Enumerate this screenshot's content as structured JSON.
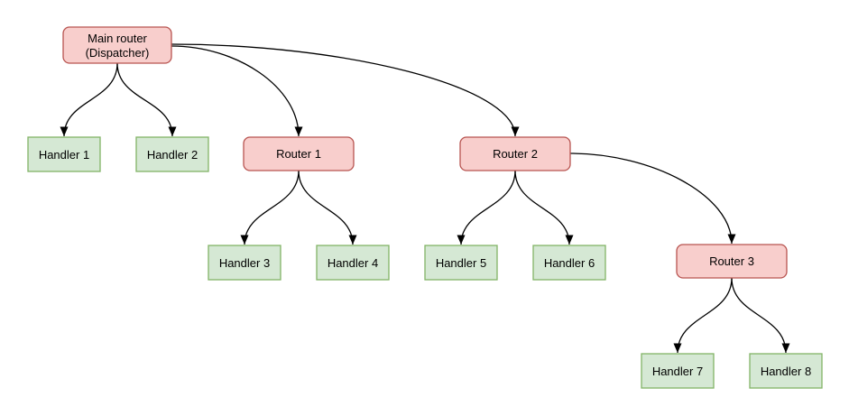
{
  "diagram": {
    "nodes": {
      "main": {
        "line1": "Main router",
        "line2": "(Dispatcher)",
        "type": "router"
      },
      "handler1": {
        "label": "Handler 1",
        "type": "handler"
      },
      "handler2": {
        "label": "Handler 2",
        "type": "handler"
      },
      "router1": {
        "label": "Router 1",
        "type": "router"
      },
      "router2": {
        "label": "Router 2",
        "type": "router"
      },
      "handler3": {
        "label": "Handler 3",
        "type": "handler"
      },
      "handler4": {
        "label": "Handler 4",
        "type": "handler"
      },
      "handler5": {
        "label": "Handler 5",
        "type": "handler"
      },
      "handler6": {
        "label": "Handler 6",
        "type": "handler"
      },
      "router3": {
        "label": "Router 3",
        "type": "router"
      },
      "handler7": {
        "label": "Handler 7",
        "type": "handler"
      },
      "handler8": {
        "label": "Handler 8",
        "type": "handler"
      }
    },
    "edges": [
      {
        "from": "main-router",
        "to": "handler-1"
      },
      {
        "from": "main-router",
        "to": "handler-2"
      },
      {
        "from": "main-router",
        "to": "router-1"
      },
      {
        "from": "main-router",
        "to": "router-2"
      },
      {
        "from": "router-1",
        "to": "handler-3"
      },
      {
        "from": "router-1",
        "to": "handler-4"
      },
      {
        "from": "router-2",
        "to": "handler-5"
      },
      {
        "from": "router-2",
        "to": "handler-6"
      },
      {
        "from": "router-2",
        "to": "router-3"
      },
      {
        "from": "router-3",
        "to": "handler-7"
      },
      {
        "from": "router-3",
        "to": "handler-8"
      }
    ],
    "colors": {
      "router_fill": "#f8cecc",
      "router_stroke": "#b85450",
      "handler_fill": "#d5e8d4",
      "handler_stroke": "#82b366",
      "edge": "#000000",
      "background": "#ffffff"
    }
  }
}
